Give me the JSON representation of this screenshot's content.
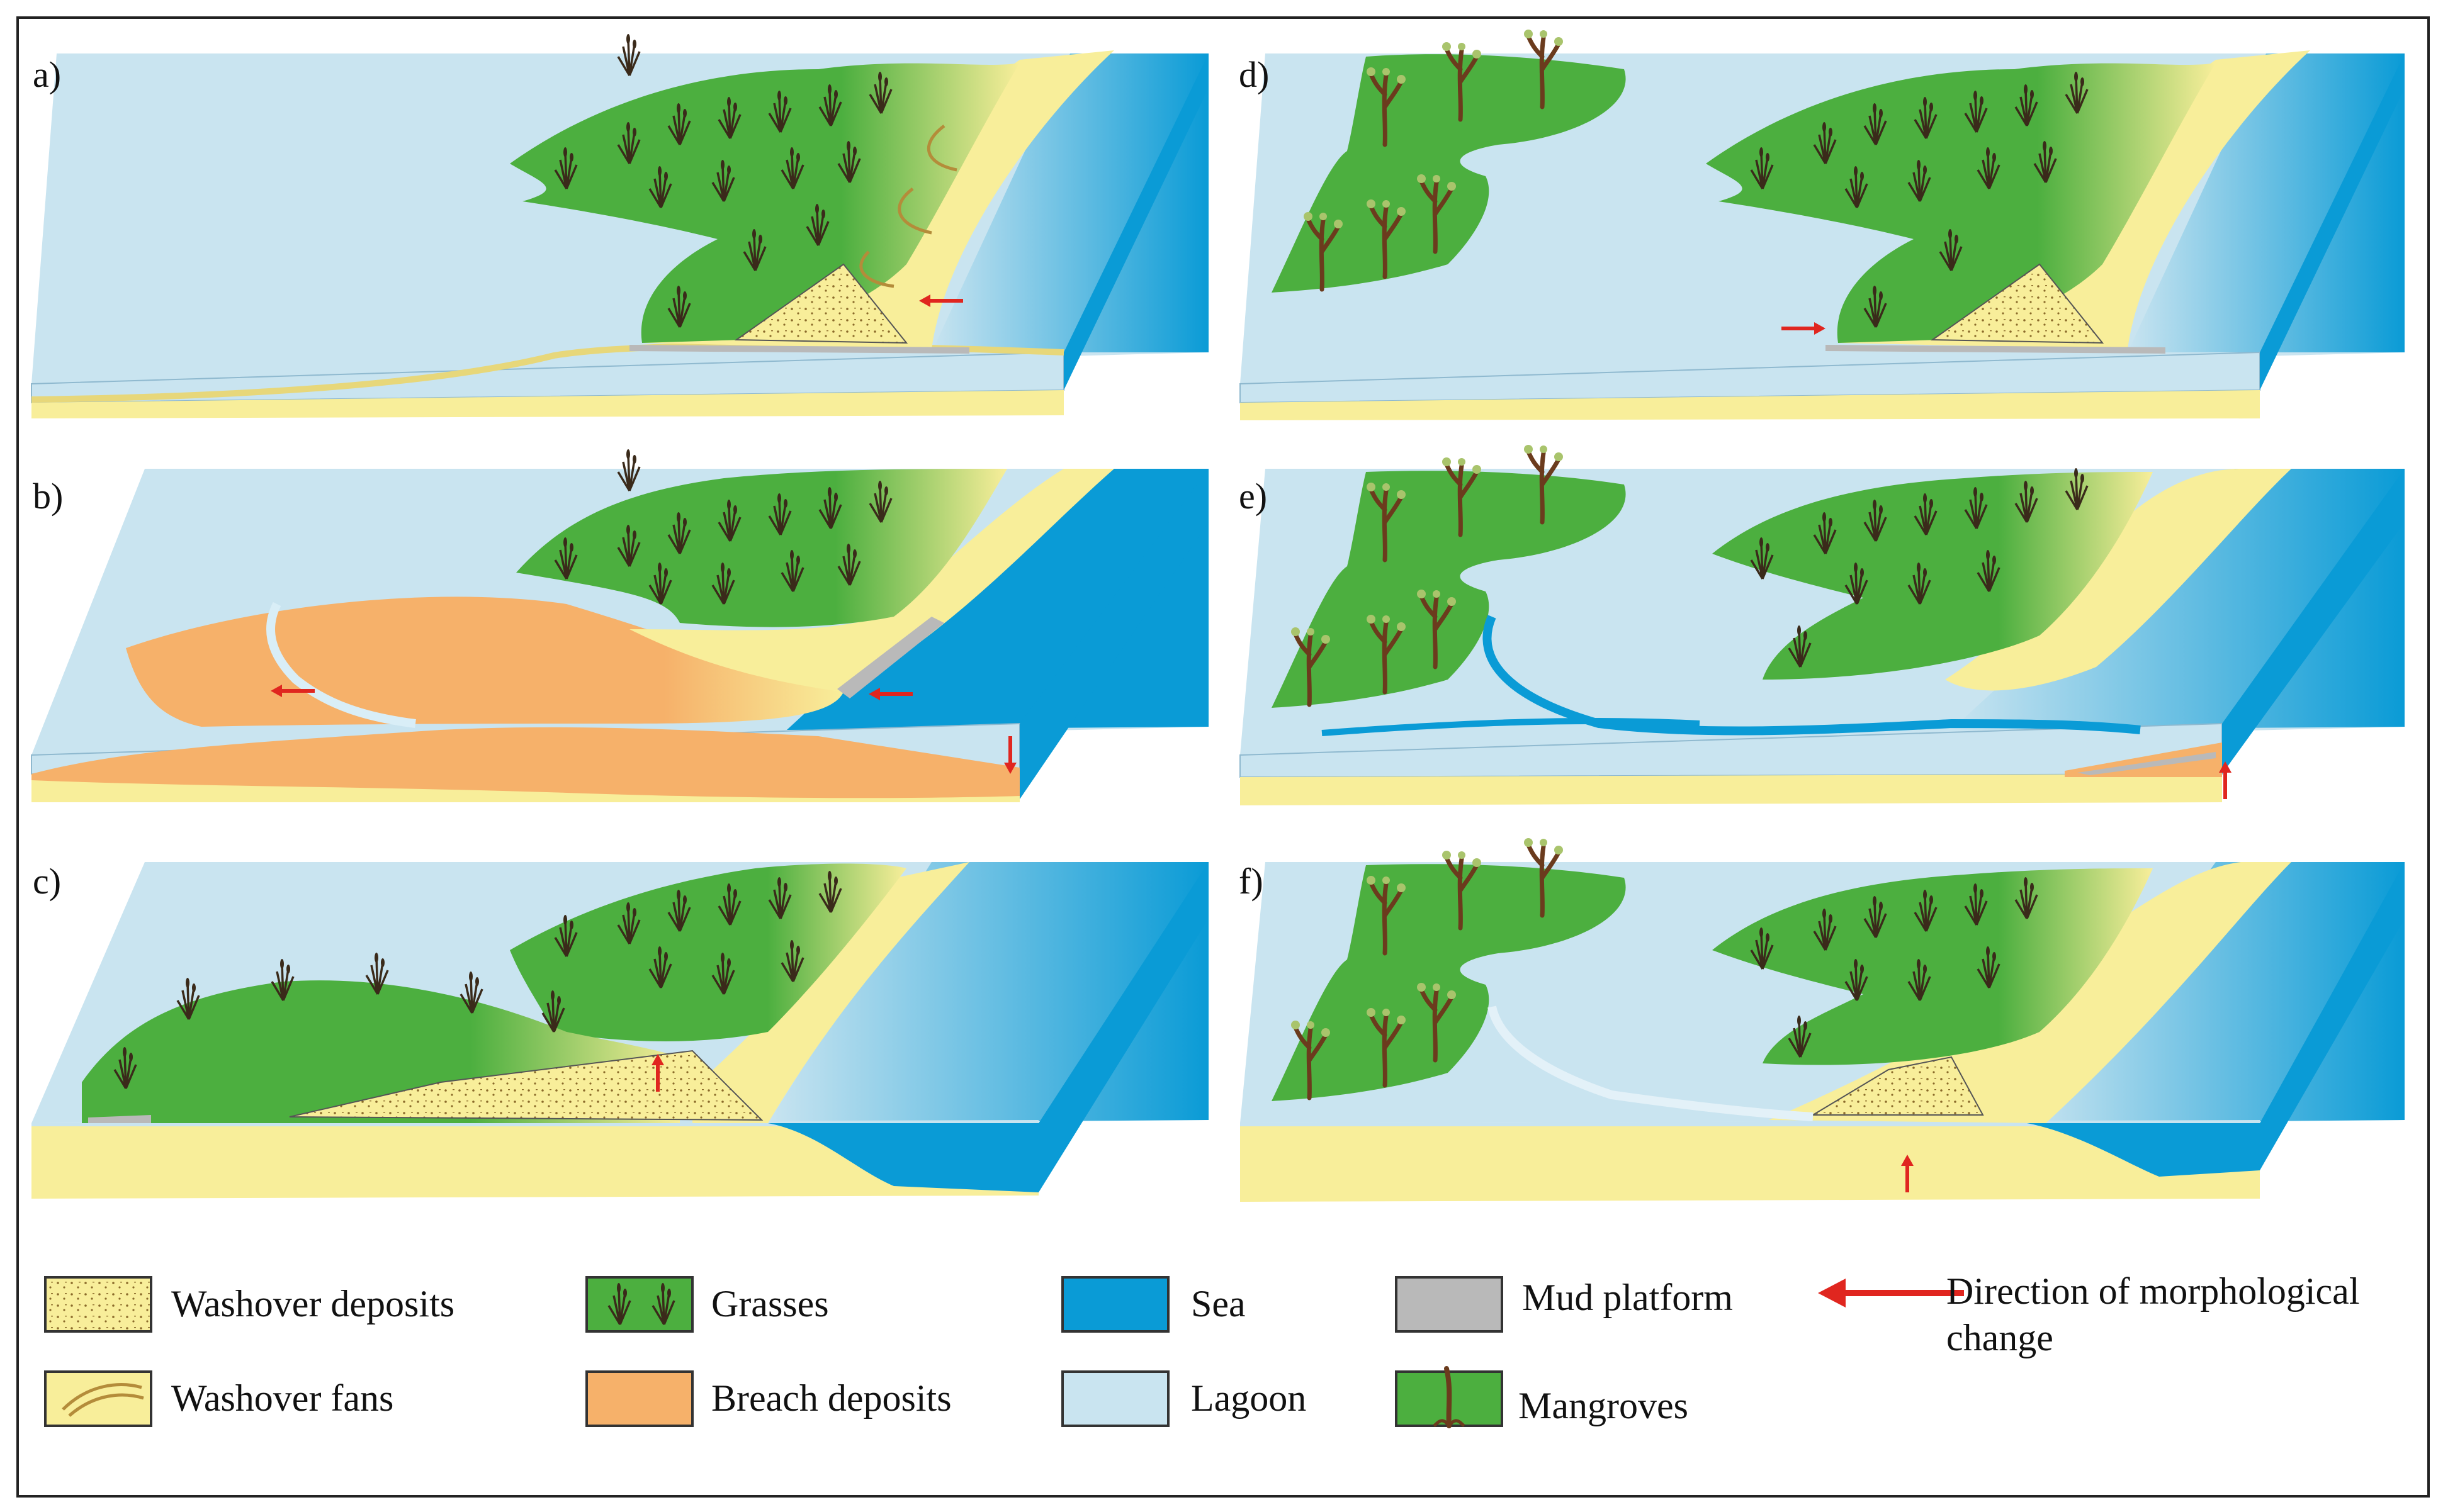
{
  "panels": [
    {
      "label": "a)"
    },
    {
      "label": "b)"
    },
    {
      "label": "c)"
    },
    {
      "label": "d)"
    },
    {
      "label": "e)"
    },
    {
      "label": "f)"
    }
  ],
  "legend": {
    "washover_deposits": "Washover deposits",
    "washover_fans": "Washover fans",
    "grasses": "Grasses",
    "breach_deposits": "Breach deposits",
    "sea": "Sea",
    "lagoon": "Lagoon",
    "mud_platform": "Mud platform",
    "mangroves": "Mangroves",
    "direction_line1": "Direction of morphological",
    "direction_line2": "change"
  },
  "colors": {
    "lagoon": "#c9e4f0",
    "sea": "#0a9bd6",
    "sand": "#f8ee9a",
    "grass": "#4caf3f",
    "breach": "#f6b16a",
    "mud": "#b9b9b9",
    "arrow": "#e0261f",
    "trunk": "#6b3b1d"
  },
  "icons": {
    "grass_symbol": "grass-tuft-icon",
    "mangrove_symbol": "mangrove-tree-icon",
    "direction_arrow": "red-arrow-icon"
  }
}
